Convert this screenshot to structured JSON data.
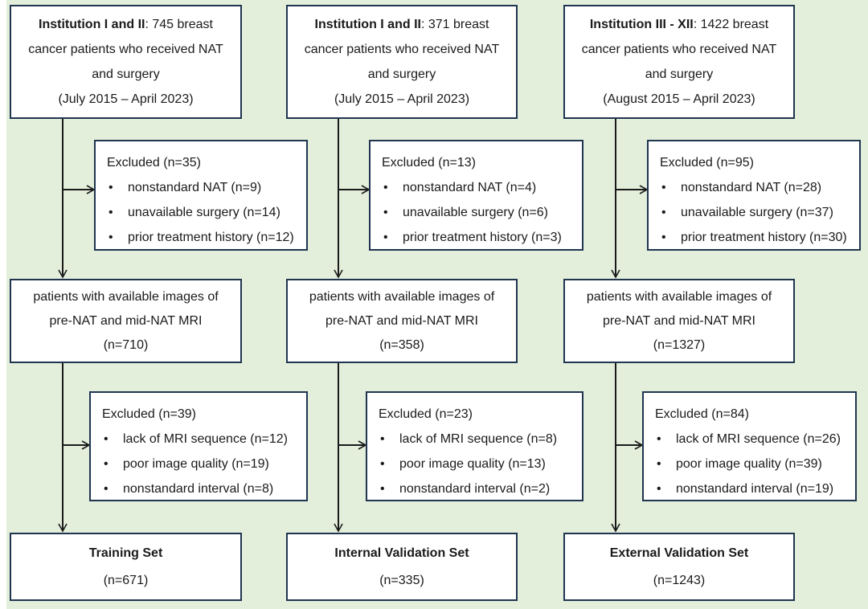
{
  "columns": [
    {
      "source": {
        "institution": "Institution I and II",
        "count_text": ": 745 breast",
        "line2": "cancer patients who received NAT",
        "line3": "and surgery",
        "period": "(July 2015 – April 2023)"
      },
      "exclusion1": {
        "title": "Excluded (n=35)",
        "items": [
          "nonstandard NAT (n=9)",
          "unavailable surgery (n=14)",
          "prior treatment history (n=12)"
        ]
      },
      "available": {
        "line1": "patients with available images of",
        "line2": "pre-NAT and mid-NAT MRI",
        "count": "(n=710)"
      },
      "exclusion2": {
        "title": "Excluded (n=39)",
        "items": [
          "lack of MRI sequence (n=12)",
          "poor image quality (n=19)",
          "nonstandard interval (n=8)"
        ]
      },
      "final": {
        "title": "Training Set",
        "count": "(n=671)"
      }
    },
    {
      "source": {
        "institution": "Institution I and II",
        "count_text": ": 371 breast",
        "line2": "cancer patients who received NAT",
        "line3": "and surgery",
        "period": "(July 2015 – April 2023)"
      },
      "exclusion1": {
        "title": "Excluded (n=13)",
        "items": [
          "nonstandard NAT (n=4)",
          "unavailable surgery (n=6)",
          "prior treatment history (n=3)"
        ]
      },
      "available": {
        "line1": "patients with available images of",
        "line2": "pre-NAT and mid-NAT MRI",
        "count": "(n=358)"
      },
      "exclusion2": {
        "title": "Excluded (n=23)",
        "items": [
          "lack of MRI sequence (n=8)",
          "poor image quality (n=13)",
          "nonstandard interval (n=2)"
        ]
      },
      "final": {
        "title": "Internal Validation Set",
        "count": "(n=335)"
      }
    },
    {
      "source": {
        "institution": "Institution III - XII",
        "count_text": ": 1422 breast",
        "line2": "cancer patients who received NAT",
        "line3": "and surgery",
        "period": "(August 2015 – April 2023)"
      },
      "exclusion1": {
        "title": "Excluded (n=95)",
        "items": [
          "nonstandard NAT (n=28)",
          "unavailable surgery (n=37)",
          "prior treatment history (n=30)"
        ]
      },
      "available": {
        "line1": "patients with available images of",
        "line2": "pre-NAT and mid-NAT MRI",
        "count": "(n=1327)"
      },
      "exclusion2": {
        "title": "Excluded (n=84)",
        "items": [
          "lack of MRI sequence (n=26)",
          "poor image quality (n=39)",
          "nonstandard interval (n=19)"
        ]
      },
      "final": {
        "title": "External Validation Set",
        "count": "(n=1243)"
      }
    }
  ],
  "colors": {
    "background": "#e3eedb",
    "box_border": "#1f3550",
    "arrow": "#1a1a1a"
  }
}
